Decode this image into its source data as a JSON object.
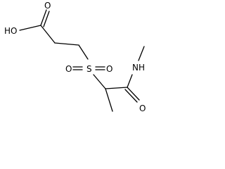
{
  "molecule": {
    "atoms": {
      "hydroxyl": "HO",
      "carbonyl_oxygen_acid": "O",
      "sulfur": "S",
      "sulfonyl_oxygen_left": "O",
      "sulfonyl_oxygen_right": "O",
      "amide_nitrogen": "NH",
      "amide_oxygen": "O"
    }
  }
}
